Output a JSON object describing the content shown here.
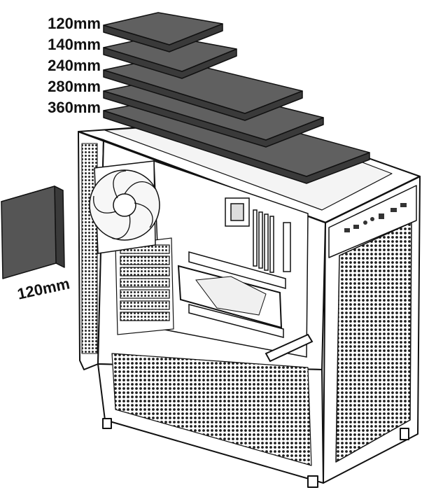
{
  "colors": {
    "radiator_top": "#606060",
    "radiator_side": "#3a3a3a",
    "outline": "#111111",
    "case_fill": "#ffffff",
    "mesh": "#222222"
  },
  "top_radiators": [
    {
      "label": "120mm"
    },
    {
      "label": "140mm"
    },
    {
      "label": "240mm"
    },
    {
      "label": "280mm"
    },
    {
      "label": "360mm"
    }
  ],
  "rear_radiator": {
    "label": "120mm"
  },
  "icons": [
    "computer-case-illustration",
    "fan-icon",
    "radiator-block"
  ]
}
